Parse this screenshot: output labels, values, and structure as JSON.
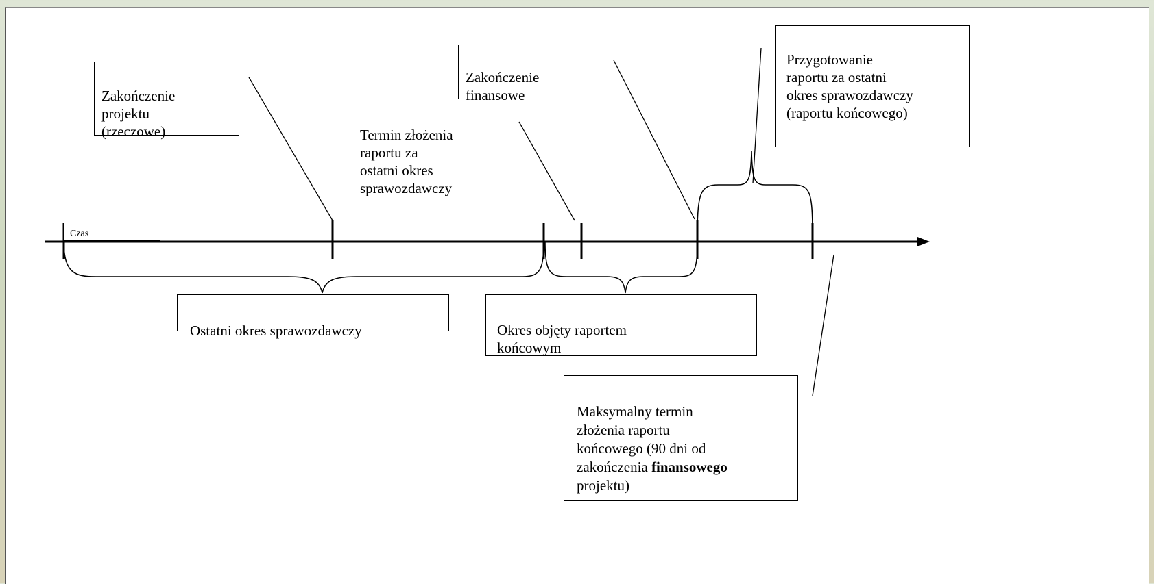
{
  "labels": {
    "czas": "Czas",
    "zakonczenie_projektu": "Zakończenie\nprojektu\n(rzeczowe)",
    "termin_zlozenia": "Termin złożenia\nraportu za\nostatni okres\nsprawozdawczy",
    "zakonczenie_finansowe": "Zakończenie\nfinansowe",
    "przygotowanie": "Przygotowanie\nraportu za ostatni\nokres sprawozdawczy\n(raportu końcowego)",
    "ostatni_okres": "Ostatni okres sprawozdawczy",
    "okres_objety": "Okres objęty raportem\nkońcowym",
    "maksymalny_part1": "Maksymalny termin\nzłożenia raportu\nkońcowego (90 dni od\nzakończenia ",
    "maksymalny_bold": "finansowego",
    "maksymalny_part2": "\nprojektu)"
  }
}
